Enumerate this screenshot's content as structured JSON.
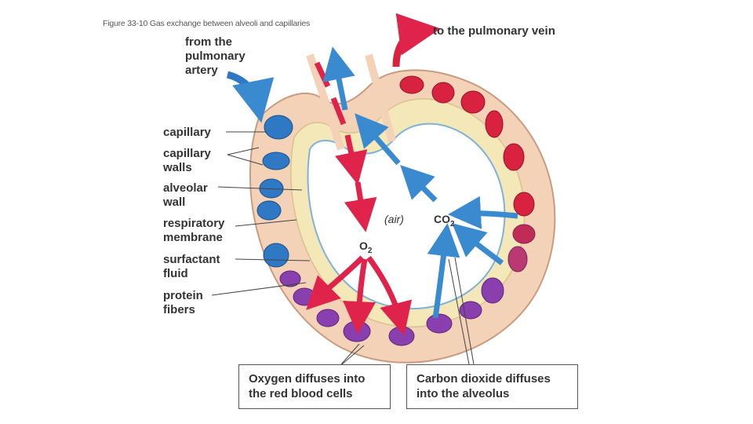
{
  "figure_title": "Figure 33-10 Gas exchange between alveoli and capillaries",
  "labels": {
    "from_artery": "from the\npulmonary\nartery",
    "to_vein": "to the pulmonary vein",
    "capillary": "capillary",
    "capillary_walls": "capillary\nwalls",
    "alveolar_wall": "alveolar\nwall",
    "respiratory_membrane": "respiratory\nmembrane",
    "surfactant_fluid": "surfactant\nfluid",
    "protein_fibers": "protein\nfibers",
    "air": "(air)",
    "co2_main": "CO",
    "co2_sub": "2",
    "o2_main": "O",
    "o2_sub": "2"
  },
  "captions": {
    "oxygen": "Oxygen diffuses into\nthe red blood cells",
    "carbon_dioxide": "Carbon dioxide diffuses\ninto the alveolus"
  },
  "colors": {
    "oxygenated": "#d8223f",
    "deoxygenated": "#2f78c4",
    "mixed": "#8a3fae",
    "tissue": "#f3d2b8",
    "membrane": "#f4e7b8",
    "arrow_o2": "#e0234a",
    "arrow_co2": "#3a8ad0"
  }
}
